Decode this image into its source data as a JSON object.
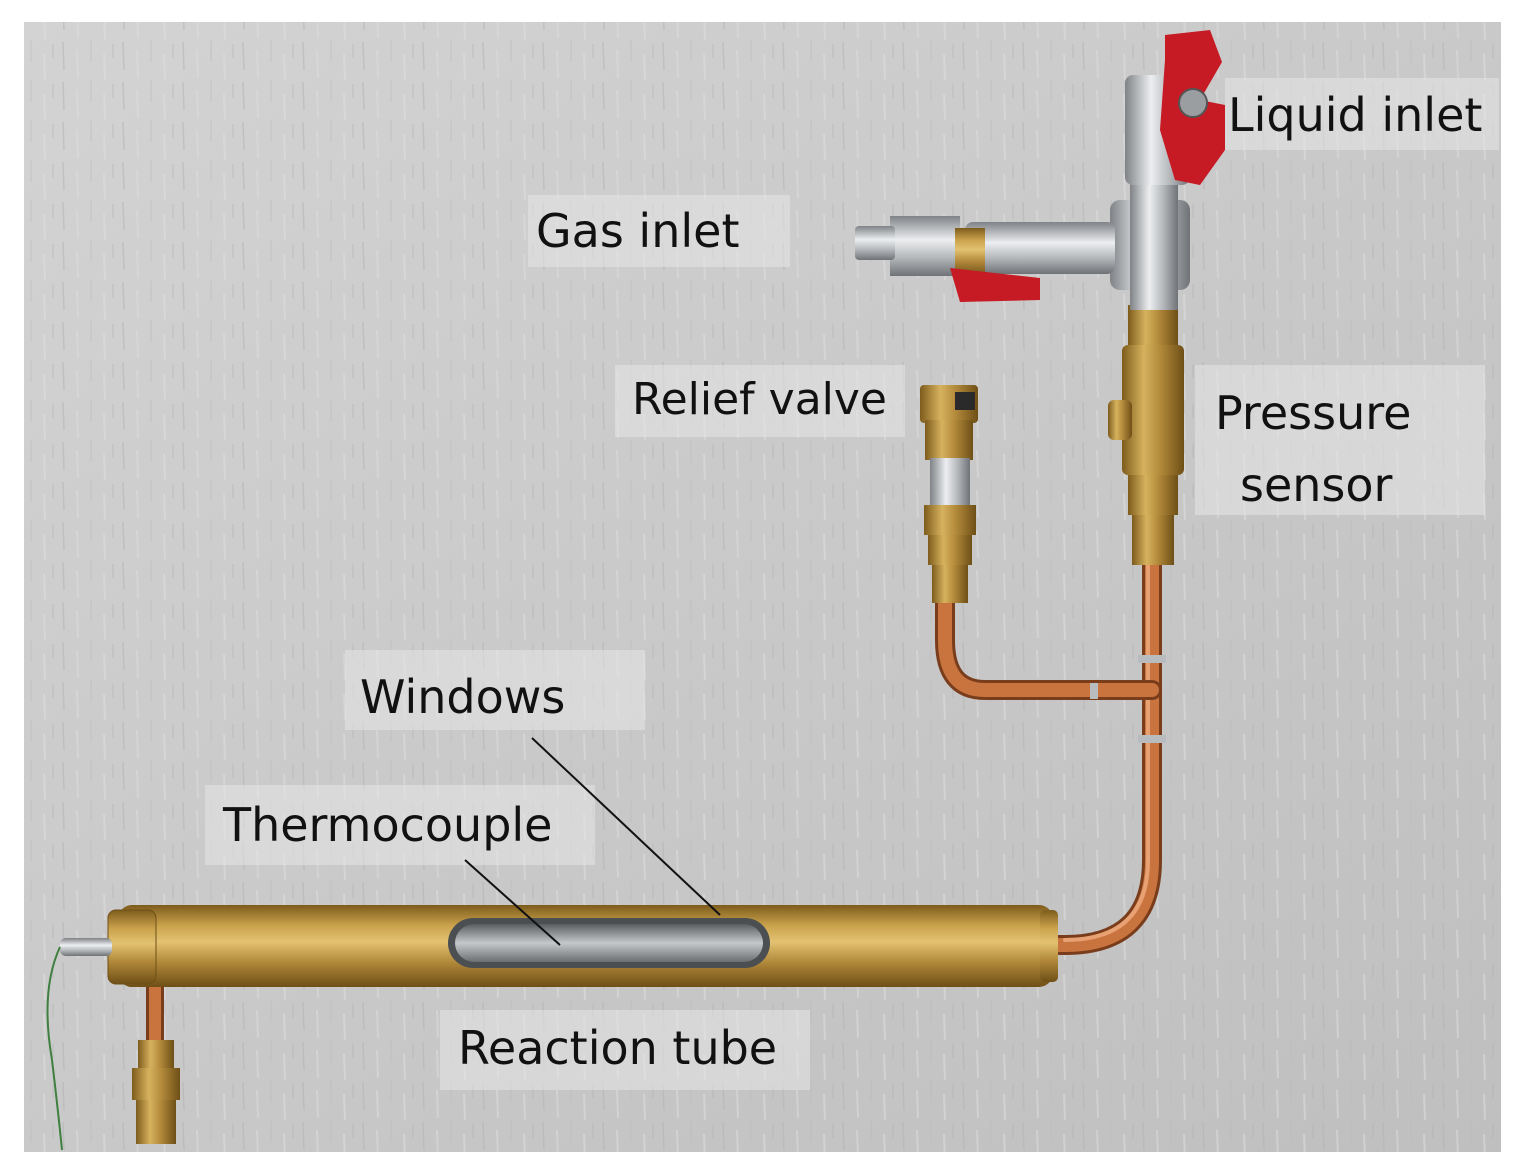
{
  "figure": {
    "labels": {
      "liquid_inlet": "Liquid inlet",
      "gas_inlet": "Gas inlet",
      "relief_valve": "Relief valve",
      "pressure_sensor_line1": "Pressure",
      "pressure_sensor_line2": "sensor",
      "windows": "Windows",
      "thermocouple": "Thermocouple",
      "reaction_tube": "Reaction tube"
    },
    "colors": {
      "background": "#cfcfcf",
      "brass": "#b8923c",
      "copper": "#c56f3e",
      "valve_handle": "#d1202a",
      "steel": "#b9bcbf"
    }
  }
}
